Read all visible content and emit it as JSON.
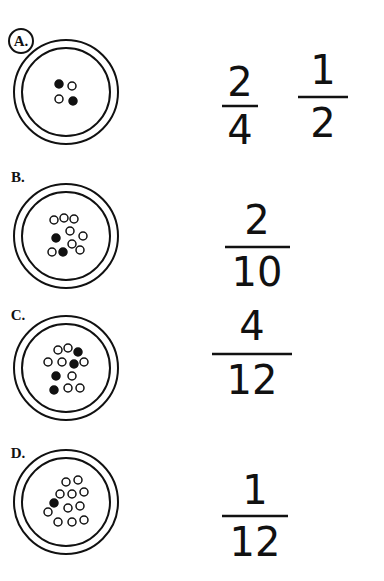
{
  "diagram": {
    "labels": [
      "A.",
      "2",
      "4",
      "1",
      "2",
      "B.",
      "2",
      "10",
      "C.",
      "4",
      "12",
      "D.",
      "1",
      "12"
    ]
  }
}
